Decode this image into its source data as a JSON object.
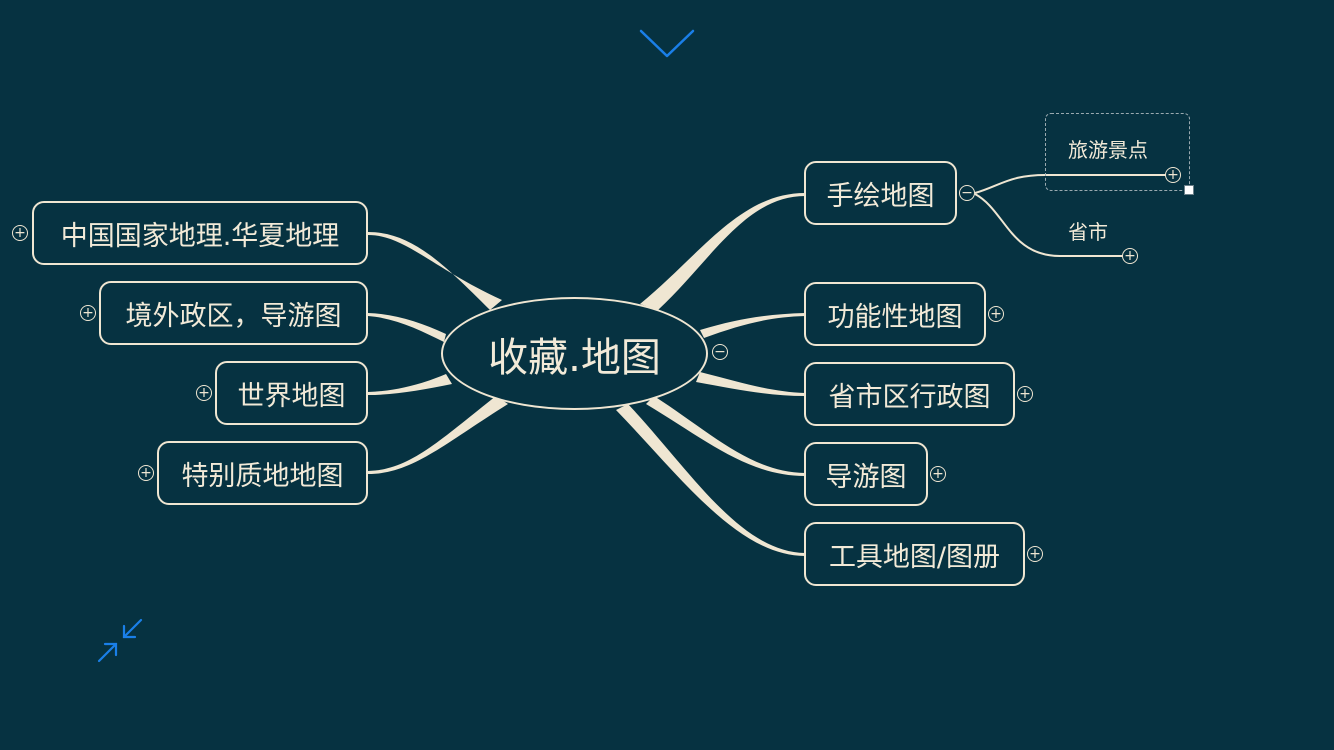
{
  "central": {
    "label": "收藏.地图"
  },
  "left_topics": [
    {
      "label": "中国国家地理.华夏地理"
    },
    {
      "label": "境外政区，导游图"
    },
    {
      "label": "世界地图"
    },
    {
      "label": "特别质地地图"
    }
  ],
  "right_topics": [
    {
      "label": "手绘地图"
    },
    {
      "label": "功能性地图"
    },
    {
      "label": "省市区行政图"
    },
    {
      "label": "导游图"
    },
    {
      "label": "工具地图/图册"
    }
  ],
  "subtopics": [
    {
      "label": "旅游景点"
    },
    {
      "label": "省市"
    }
  ],
  "colors": {
    "background": "#063241",
    "branch": "#efe6d2",
    "control": "#1a7fe8"
  },
  "icons": {
    "top": "chevron-down-icon",
    "bottom_left": "collapse-arrows-icon"
  }
}
